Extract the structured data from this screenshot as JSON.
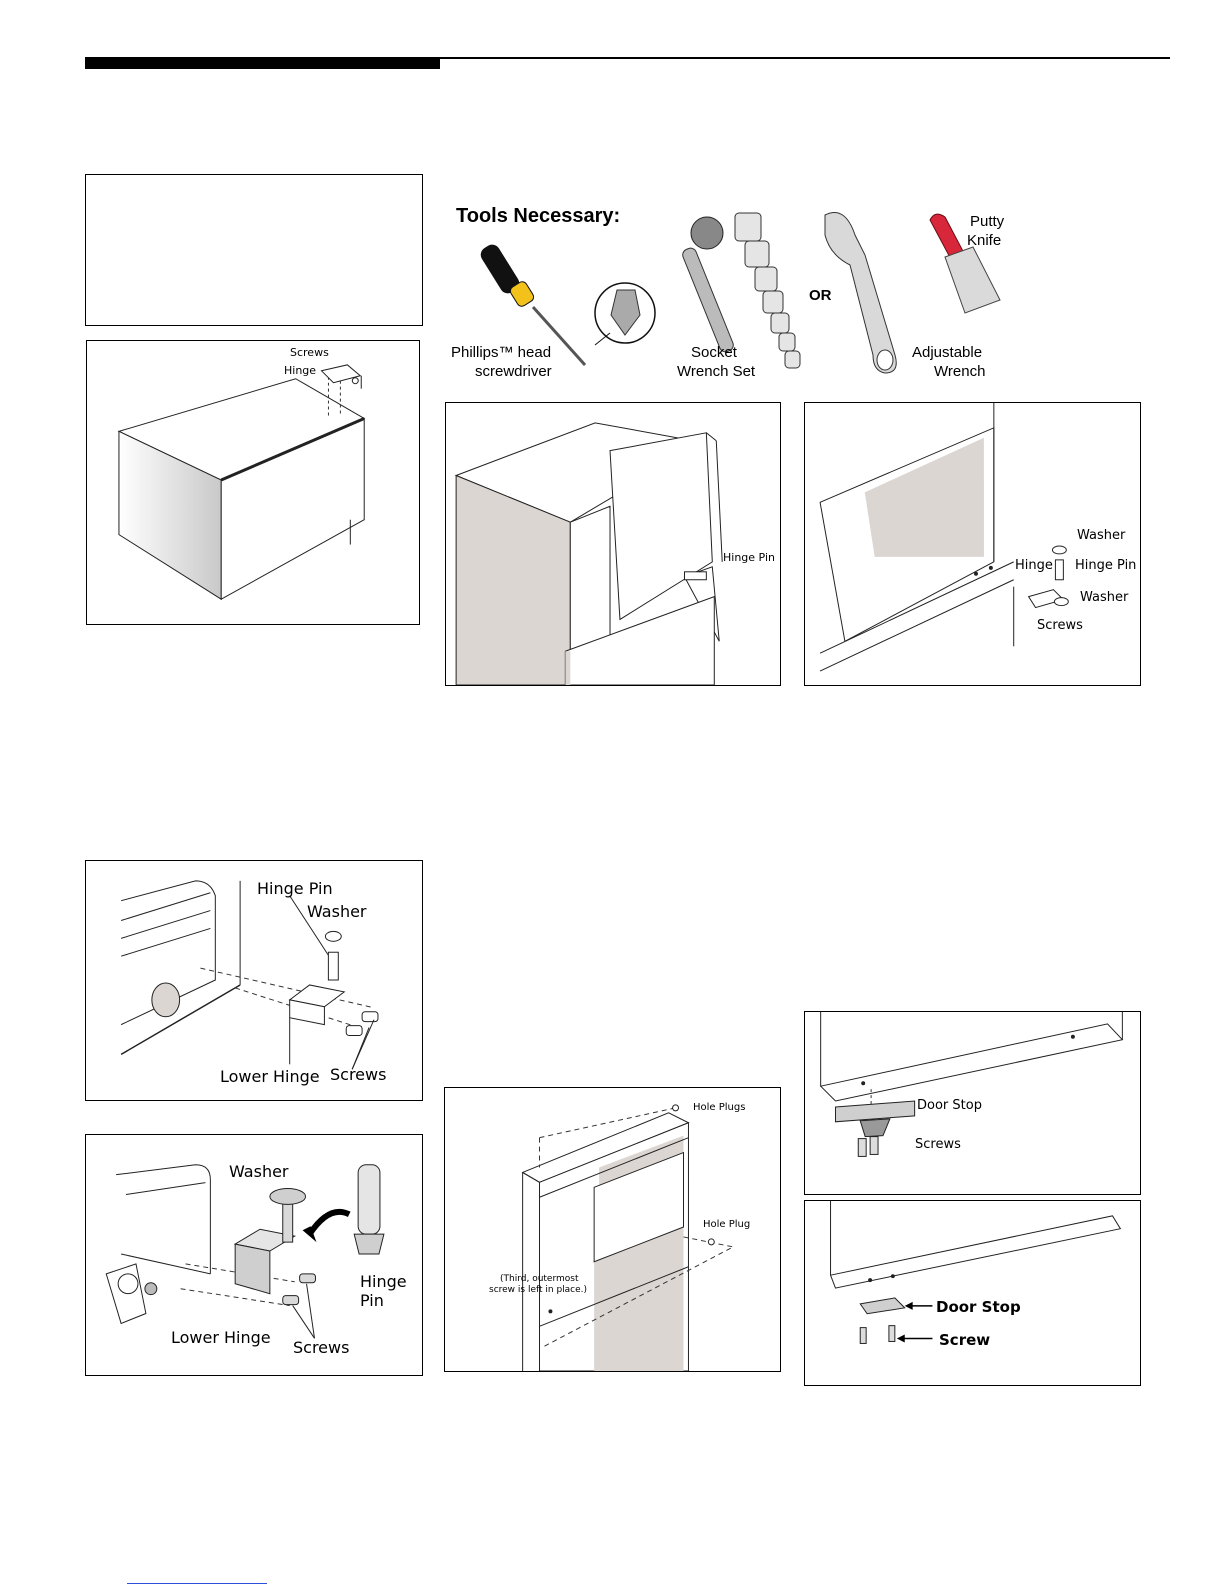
{
  "tools": {
    "heading": "Tools Necessary:",
    "screwdriver": [
      "Phillips™ head",
      "screwdriver"
    ],
    "socket": [
      "Socket",
      "Wrench Set"
    ],
    "or": "OR",
    "adjustable": [
      "Adjustable",
      "Wrench"
    ],
    "putty": [
      "Putty",
      "Knife"
    ]
  },
  "fig_top_hinge": {
    "screws": "Screws",
    "hinge": "Hinge"
  },
  "fig_door_open": {
    "hinge_pin": "Hinge Pin"
  },
  "fig_hinge_detail": {
    "washer_top": "Washer",
    "hinge": "Hinge",
    "hinge_pin": "Hinge Pin",
    "washer_bottom": "Washer",
    "screws": "Screws"
  },
  "fig_lower_hinge_1": {
    "hinge_pin": "Hinge Pin",
    "washer": "Washer",
    "lower_hinge": "Lower  Hinge",
    "screws": "Screws"
  },
  "fig_lower_hinge_2": {
    "washer": "Washer",
    "hinge_pin": [
      "Hinge",
      "Pin"
    ],
    "lower_hinge": "Lower  Hinge",
    "screws": "Screws"
  },
  "fig_hole_plugs": {
    "hole_plugs": "Hole Plugs",
    "hole_plug": "Hole Plug",
    "note": [
      "(Third, outermost",
      "screw is left in place.)"
    ]
  },
  "fig_door_stop_1": {
    "door_stop": "Door Stop",
    "screws": "Screws"
  },
  "fig_door_stop_2": {
    "door_stop": "Door Stop",
    "screw": "Screw"
  },
  "colors": {
    "shade": "#dcd6d2",
    "accent_red": "#d8263a",
    "accent_yellow": "#f2c21a",
    "link_blue": "#2b4fd8"
  }
}
